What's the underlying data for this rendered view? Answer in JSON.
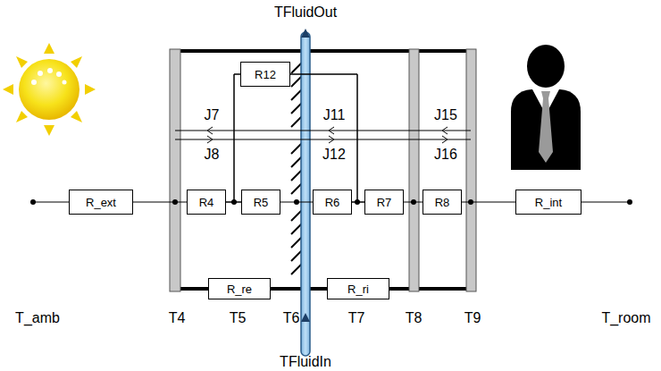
{
  "diagram": {
    "nodes": [
      {
        "text": [
          "R12"
        ]
      },
      {
        "text": [
          "R_ext"
        ]
      },
      {
        "text": [
          "R4"
        ]
      },
      {
        "text": [
          "R5"
        ]
      },
      {
        "text": [
          "R6"
        ]
      },
      {
        "text": [
          "R7"
        ]
      },
      {
        "text": [
          "R8"
        ]
      },
      {
        "text": [
          "R_int"
        ]
      },
      {
        "text": [
          "R_re"
        ]
      },
      {
        "text": [
          "R_ri"
        ]
      }
    ],
    "edges": [
      {
        "from": 1,
        "to": 2,
        "arrow": "none"
      },
      {
        "from": 2,
        "to": 3,
        "arrow": "none"
      },
      {
        "from": 3,
        "to": 4,
        "arrow": "none"
      },
      {
        "from": 4,
        "to": 5,
        "arrow": "none"
      },
      {
        "from": 5,
        "to": 6,
        "arrow": "none"
      },
      {
        "from": 6,
        "to": 7,
        "arrow": "none"
      },
      {
        "from": 0,
        "to": 2,
        "arrow": "none"
      },
      {
        "from": 0,
        "to": 3,
        "arrow": "none"
      },
      {
        "from": 0,
        "to": 4,
        "arrow": "none"
      },
      {
        "from": 0,
        "to": 5,
        "arrow": "none"
      }
    ],
    "labels": [
      "TFluidOut",
      "J7",
      "J11",
      "J15",
      "J8",
      "J12",
      "J16",
      "T_amb",
      "T4",
      "T5",
      "T6",
      "T7",
      "T8",
      "T9",
      "T_room",
      "TFluidIn"
    ]
  }
}
